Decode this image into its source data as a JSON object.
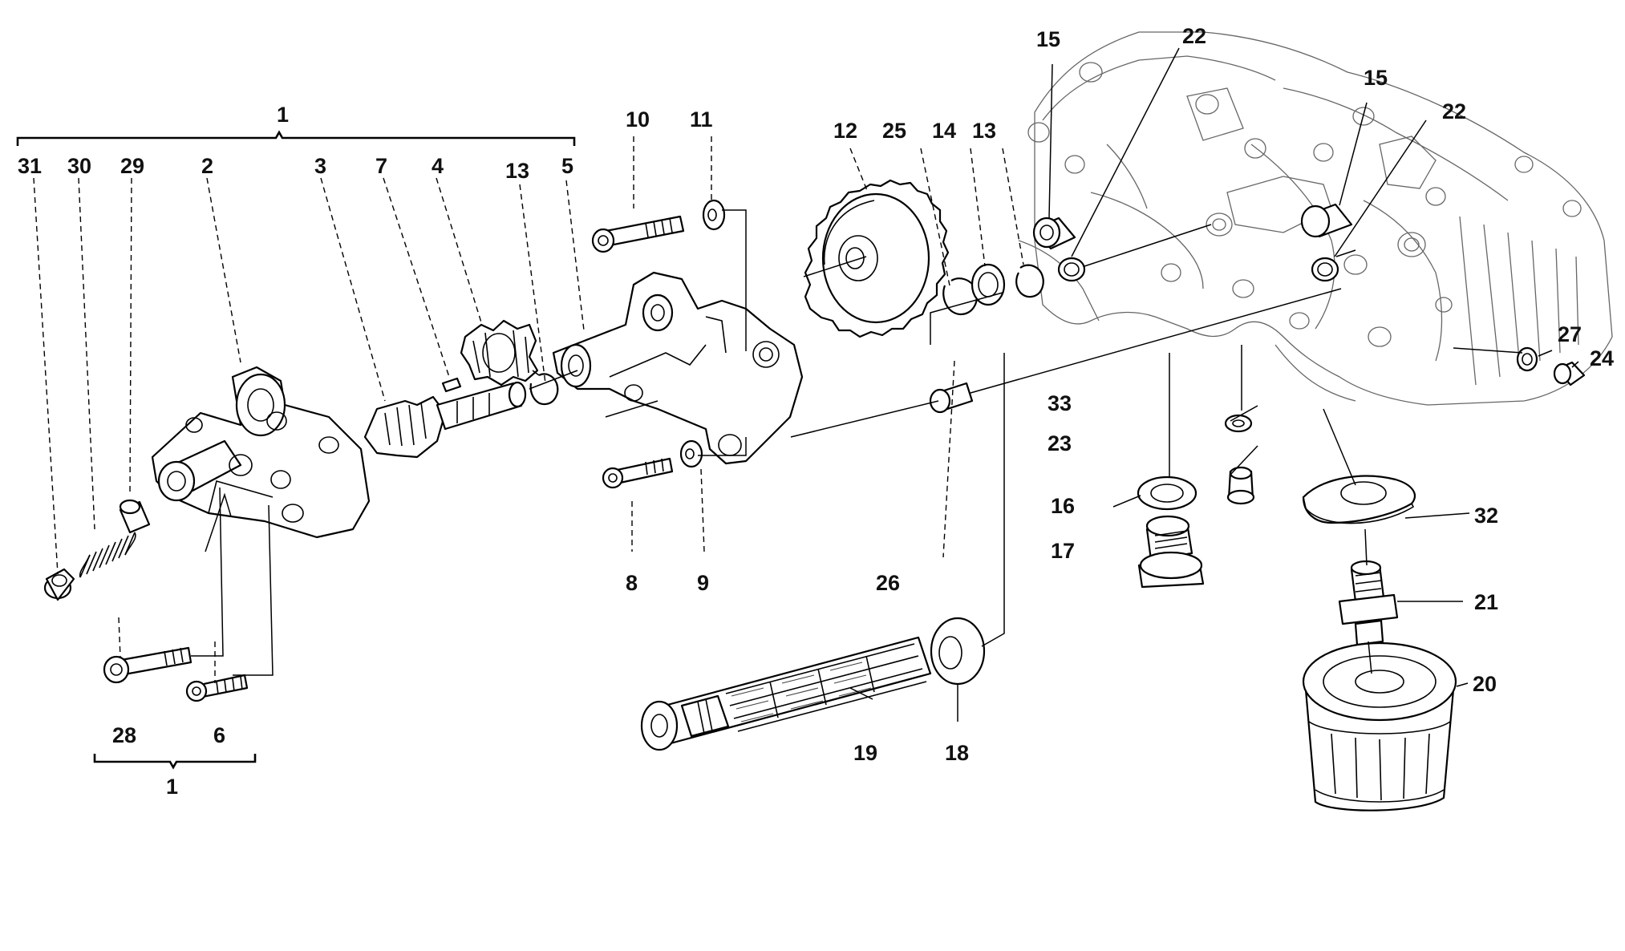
{
  "diagram": {
    "callouts": [
      {
        "id": "c1-top",
        "text": "1"
      },
      {
        "id": "c31",
        "text": "31"
      },
      {
        "id": "c30",
        "text": "30"
      },
      {
        "id": "c29",
        "text": "29"
      },
      {
        "id": "c2",
        "text": "2"
      },
      {
        "id": "c3",
        "text": "3"
      },
      {
        "id": "c7",
        "text": "7"
      },
      {
        "id": "c4",
        "text": "4"
      },
      {
        "id": "c13a",
        "text": "13"
      },
      {
        "id": "c5",
        "text": "5"
      },
      {
        "id": "c10",
        "text": "10"
      },
      {
        "id": "c11",
        "text": "11"
      },
      {
        "id": "c12",
        "text": "12"
      },
      {
        "id": "c25",
        "text": "25"
      },
      {
        "id": "c14",
        "text": "14"
      },
      {
        "id": "c13b",
        "text": "13"
      },
      {
        "id": "c15a",
        "text": "15"
      },
      {
        "id": "c22a",
        "text": "22"
      },
      {
        "id": "c15b",
        "text": "15"
      },
      {
        "id": "c22b",
        "text": "22"
      },
      {
        "id": "c27",
        "text": "27"
      },
      {
        "id": "c24",
        "text": "24"
      },
      {
        "id": "c33",
        "text": "33"
      },
      {
        "id": "c23",
        "text": "23"
      },
      {
        "id": "c16",
        "text": "16"
      },
      {
        "id": "c17",
        "text": "17"
      },
      {
        "id": "c32",
        "text": "32"
      },
      {
        "id": "c21",
        "text": "21"
      },
      {
        "id": "c20",
        "text": "20"
      },
      {
        "id": "c8",
        "text": "8"
      },
      {
        "id": "c9",
        "text": "9"
      },
      {
        "id": "c26",
        "text": "26"
      },
      {
        "id": "c19",
        "text": "19"
      },
      {
        "id": "c18",
        "text": "18"
      },
      {
        "id": "c28",
        "text": "28"
      },
      {
        "id": "c6",
        "text": "6"
      },
      {
        "id": "c1-bottom",
        "text": "1"
      }
    ]
  }
}
